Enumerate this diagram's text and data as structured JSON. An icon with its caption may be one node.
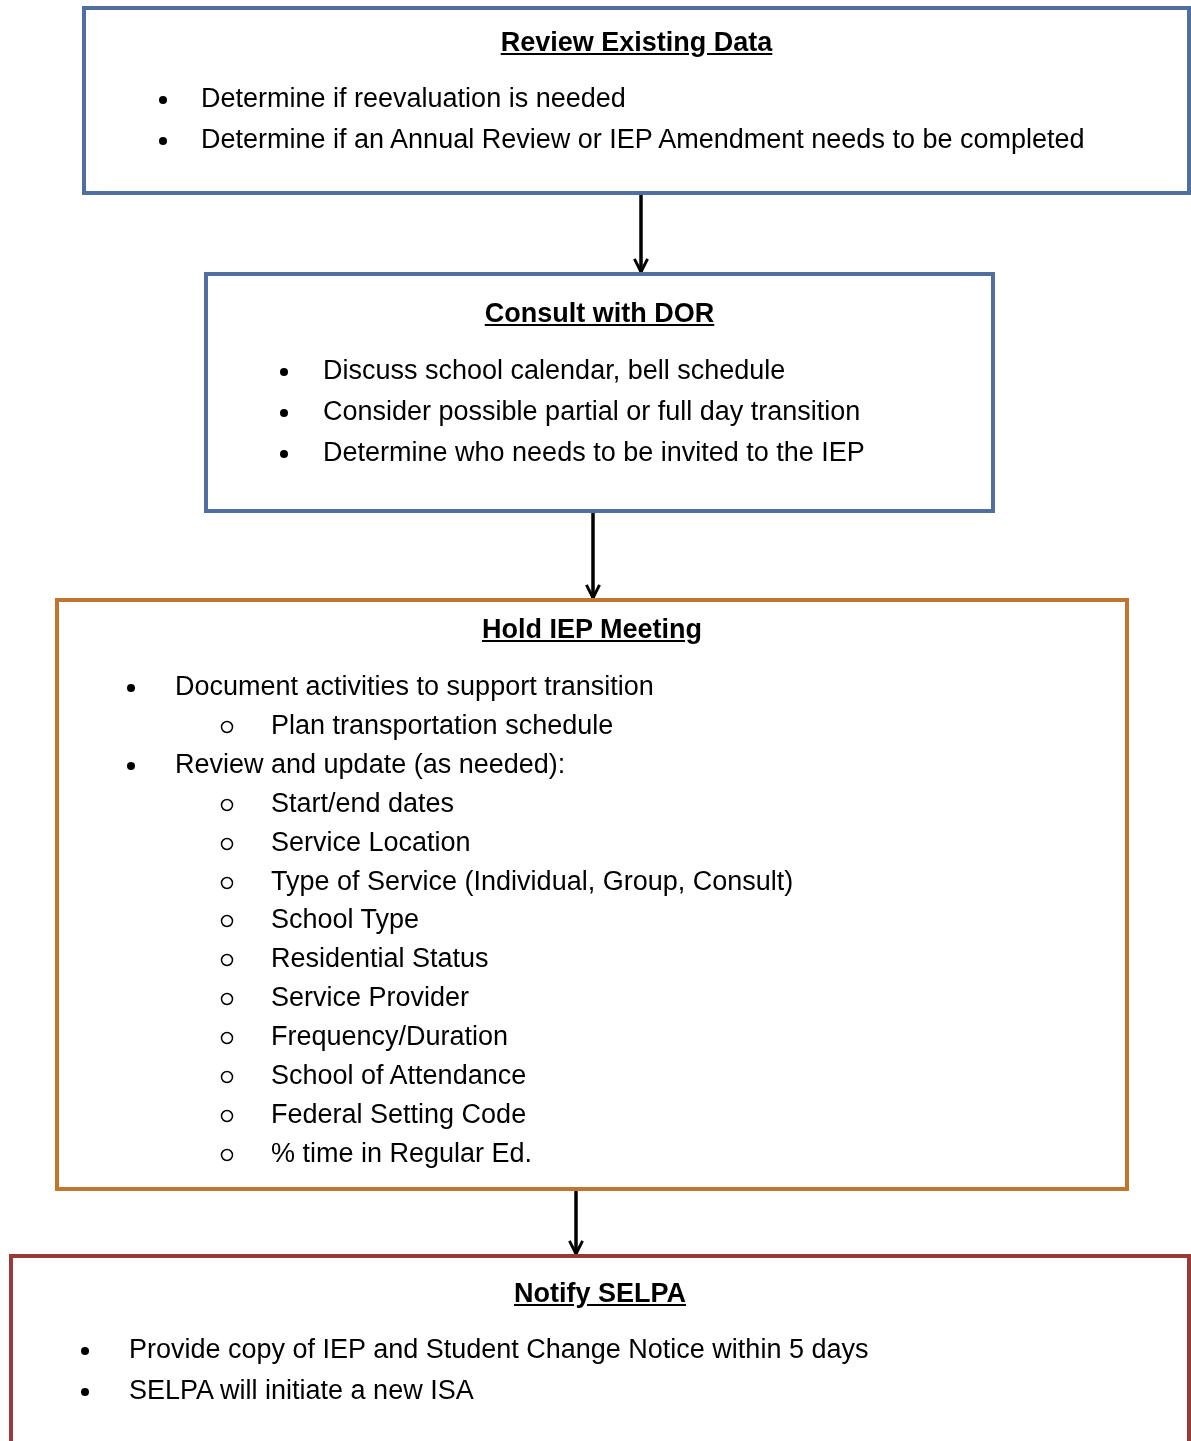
{
  "diagram": {
    "nodes": [
      {
        "text": [
          "Review Existing Data",
          "Determine if reevaluation is needed",
          "Determine if an Annual Review or IEP Amendment needs to be completed"
        ]
      },
      {
        "text": [
          "Consult with DOR",
          "Discuss school calendar, bell schedule",
          "Consider possible partial or full day transition",
          "Determine who needs to be invited to the IEP"
        ]
      },
      {
        "text": [
          "Hold IEP Meeting",
          "Document activities to support transition",
          "Plan transportation schedule",
          "Review and update (as needed):",
          "Start/end dates",
          "Service Location",
          "Type of Service (Individual, Group, Consult)",
          "School Type",
          "Residential Status",
          "Service Provider",
          "Frequency/Duration",
          "School of Attendance",
          "Federal Setting Code",
          "% time in Regular Ed."
        ]
      },
      {
        "text": [
          "Notify SELPA",
          "Provide copy of IEP and Student Change Notice within 5 days",
          "SELPA will initiate a new ISA"
        ]
      }
    ],
    "edges": [
      {
        "from": 0,
        "to": 1,
        "arrow": "to"
      },
      {
        "from": 1,
        "to": 2,
        "arrow": "to"
      },
      {
        "from": 2,
        "to": 3,
        "arrow": "to"
      }
    ]
  }
}
